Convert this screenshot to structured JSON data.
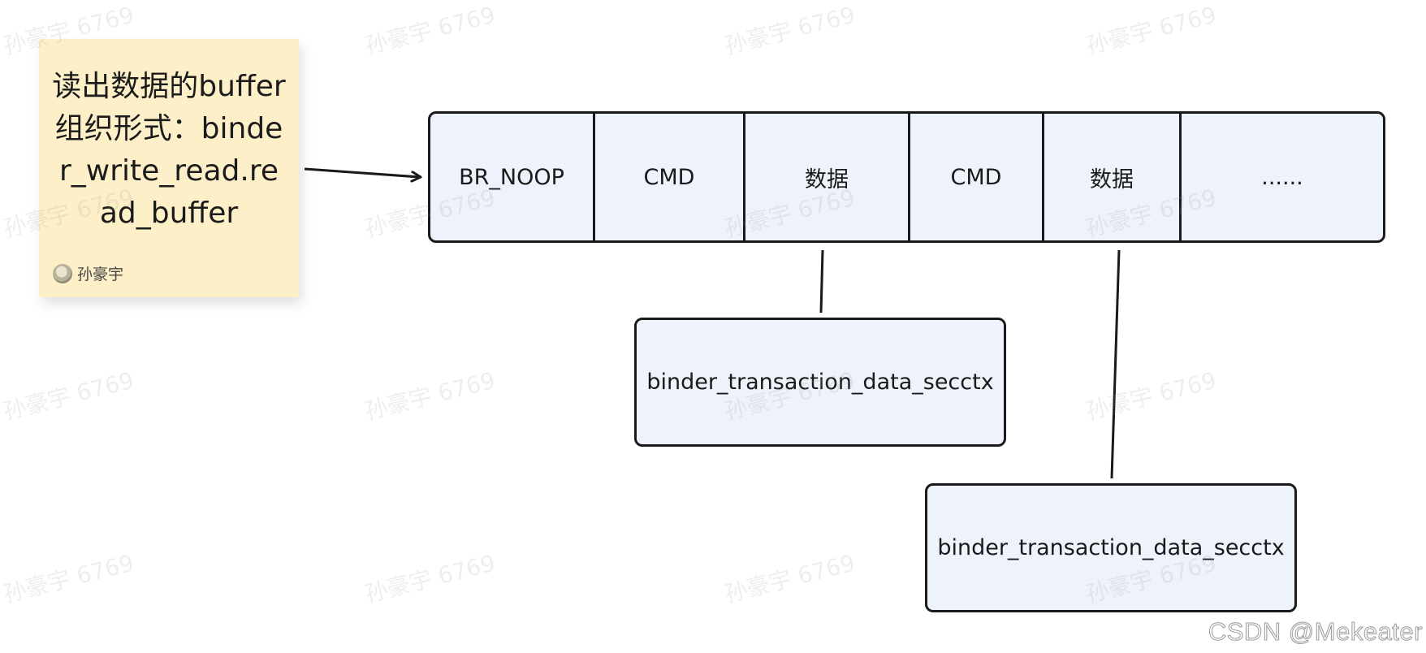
{
  "note": {
    "text": "读出数据的buffer组织形式：binder_write_read.read_buffer",
    "author": "孙豪宇"
  },
  "buffer": {
    "cells": [
      "BR_NOOP",
      "CMD",
      "数据",
      "CMD",
      "数据",
      "......"
    ]
  },
  "structs": [
    {
      "label": "binder_transaction_data_secctx"
    },
    {
      "label": "binder_transaction_data_secctx"
    }
  ],
  "watermark": {
    "text": "孙豪宇 6769"
  },
  "credit": "CSDN @Mekeater",
  "colors": {
    "note_bg": "#fdf0c8",
    "box_fill": "#eef2fa",
    "stroke": "#1a1a1a"
  }
}
